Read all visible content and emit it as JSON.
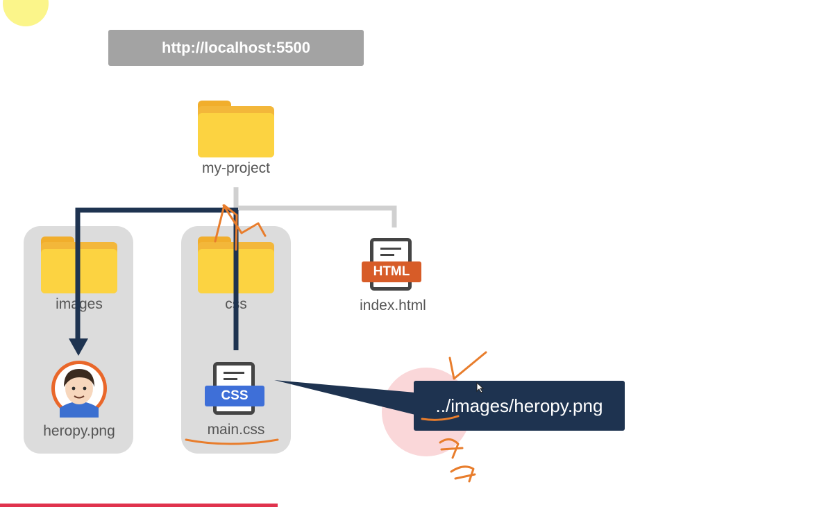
{
  "url": "http://localhost:5500",
  "root": {
    "label": "my-project"
  },
  "images_folder": {
    "label": "images"
  },
  "css_folder": {
    "label": "css"
  },
  "index_file": {
    "label": "index.html",
    "tag": "HTML"
  },
  "main_css_file": {
    "label": "main.css",
    "tag": "CSS"
  },
  "heropy_file": {
    "label": "heropy.png"
  },
  "callout": {
    "path": "../images/heropy.png"
  },
  "colors": {
    "url_box": "#a3a3a3",
    "group_box": "#dcdcdc",
    "folder": "#fcd341",
    "html_tag": "#d75c28",
    "css_tag": "#3e6fd8",
    "callout": "#1e3350",
    "nav_arrow": "#1e3350",
    "annotation": "#e87d2c",
    "tree_line": "#d0d0d0",
    "bottom_bar": "#e0334d"
  },
  "icons": [
    "folder-icon",
    "html-file-icon",
    "css-file-icon",
    "avatar-icon",
    "mouse-pointer-icon"
  ]
}
